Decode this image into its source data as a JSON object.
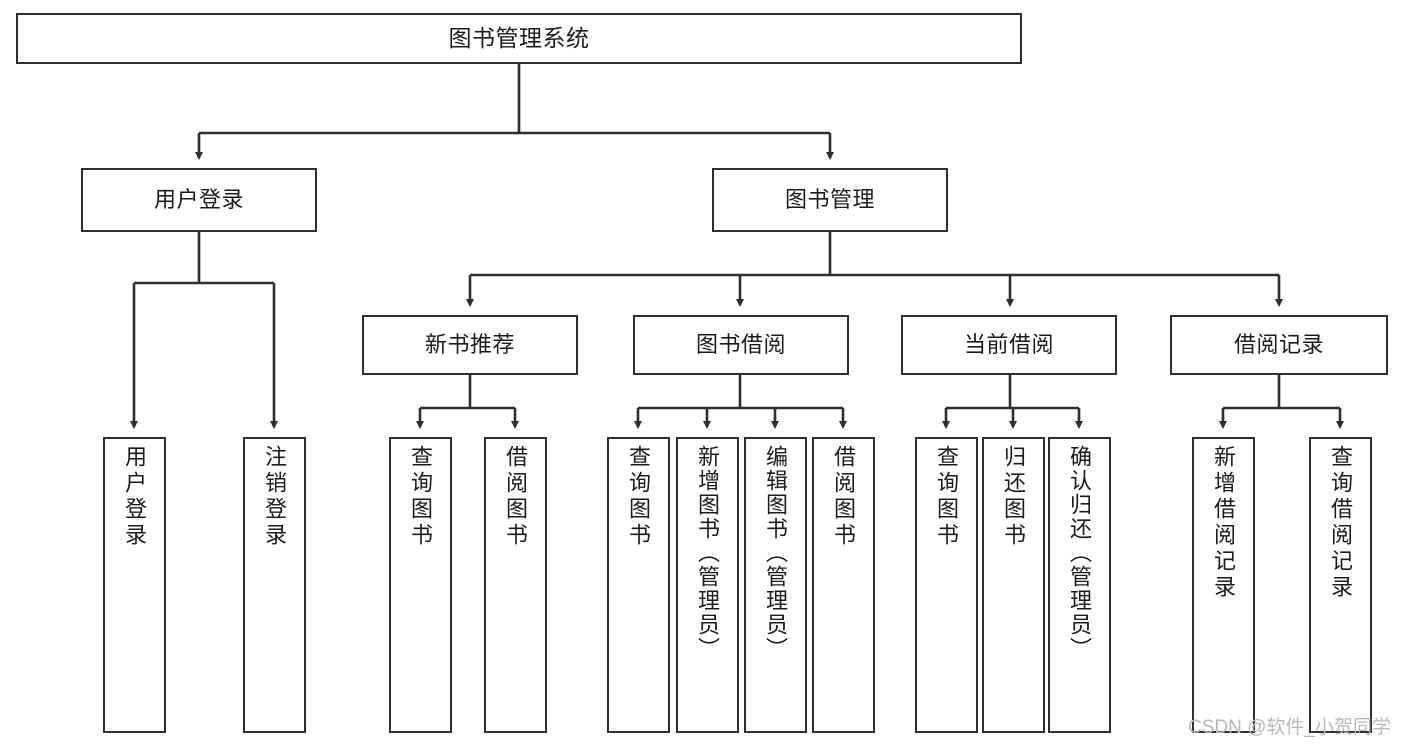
{
  "diagram": {
    "type": "tree-hierarchy",
    "title": "图书管理系统",
    "watermark": "CSDN @软件_小贺同学",
    "colors": {
      "box_border": "#2f2f2f",
      "box_fill": "#ffffff",
      "edge": "#2f2f2f",
      "text": "#1c1c1c",
      "watermark": "#b9b9b9"
    },
    "nodes": {
      "root": {
        "label": "图书管理系统"
      },
      "level2": [
        {
          "label": "用户登录"
        },
        {
          "label": "图书管理"
        }
      ],
      "level3": [
        {
          "label": "新书推荐"
        },
        {
          "label": "图书借阅"
        },
        {
          "label": "当前借阅"
        },
        {
          "label": "借阅记录"
        }
      ],
      "leaves_user_login": [
        {
          "label": "用户登录"
        },
        {
          "label": "注销登录"
        }
      ],
      "leaves_new_book": [
        {
          "label": "查询图书"
        },
        {
          "label": "借阅图书"
        }
      ],
      "leaves_borrow": [
        {
          "label": "查询图书"
        },
        {
          "label": "新增图书（管理员）"
        },
        {
          "label": "编辑图书（管理员）"
        },
        {
          "label": "借阅图书"
        }
      ],
      "leaves_current": [
        {
          "label": "查询图书"
        },
        {
          "label": "归还图书"
        },
        {
          "label": "确认归还（管理员）"
        }
      ],
      "leaves_record": [
        {
          "label": "新增借阅记录"
        },
        {
          "label": "查询借阅记录"
        }
      ]
    }
  }
}
